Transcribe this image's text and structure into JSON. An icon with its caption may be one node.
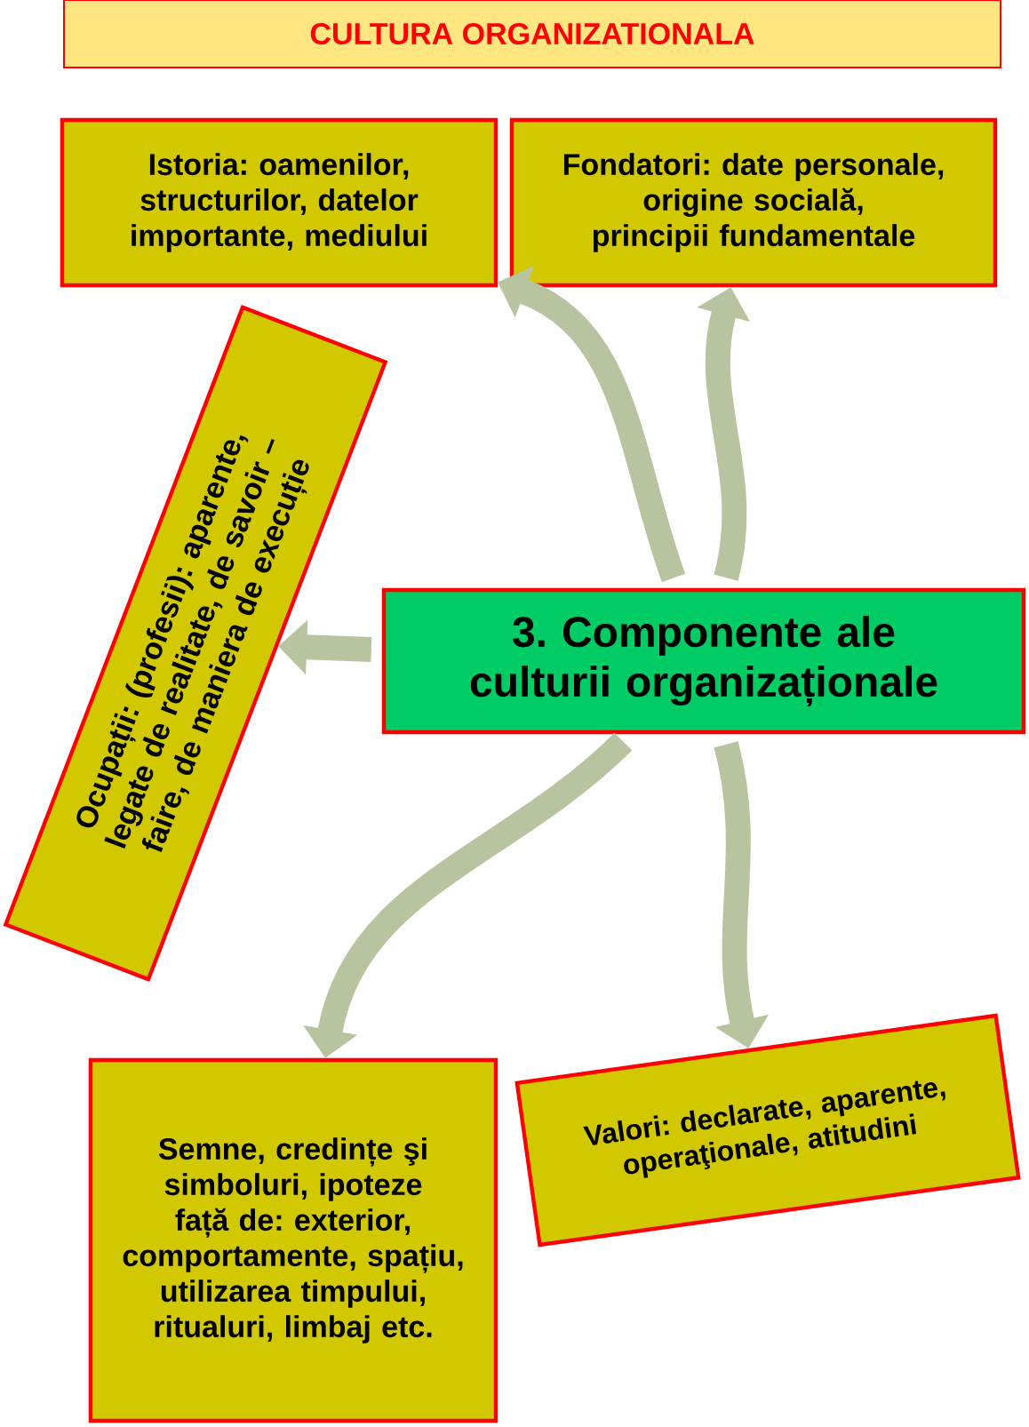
{
  "diagram": {
    "title": "CULTURA ORGANIZATIONALA",
    "nodes": [
      {
        "text": [
          "Istoria: oamenilor, structurilor, datelor importante, mediului"
        ]
      },
      {
        "text": [
          "Fondatori: date personale, origine socială, principii fundamentale"
        ]
      },
      {
        "text": [
          "Ocupații: (profesii): aparente, legate de realitate, de savoir –faire, de maniera de execuție"
        ]
      },
      {
        "text": [
          "3. Componente ale culturii organizaționale"
        ]
      },
      {
        "text": [
          "Semne, credințe şi simboluri, ipoteze față de: exterior, comportamente, spațiu, utilizarea timpului, ritualuri, limbaj etc."
        ]
      },
      {
        "text": [
          "Valori: declarate, aparente, operaţionale, atitudini"
        ]
      }
    ],
    "edges": [
      {
        "from": 3,
        "to": 0,
        "arrow": "to"
      },
      {
        "from": 3,
        "to": 1,
        "arrow": "to"
      },
      {
        "from": 3,
        "to": 2,
        "arrow": "to"
      },
      {
        "from": 3,
        "to": 4,
        "arrow": "to"
      },
      {
        "from": 3,
        "to": 5,
        "arrow": "to"
      }
    ]
  }
}
